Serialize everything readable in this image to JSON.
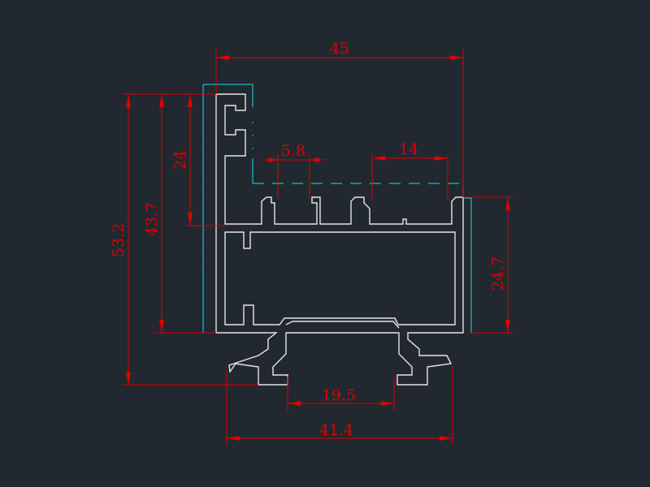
{
  "colors": {
    "background": "#212830",
    "profile": "#e6e6e6",
    "dimension": "#e00000",
    "auxiliary": "#1fbcc6"
  },
  "dimensions": {
    "overall_width": "45",
    "slot_width": "5.8",
    "channel_width": "14",
    "top_section_height": "24",
    "overall_height": "53.2",
    "body_height": "43.7",
    "right_height": "24.7",
    "base_inner_width": "19.5",
    "base_outer_width": "41.4"
  }
}
